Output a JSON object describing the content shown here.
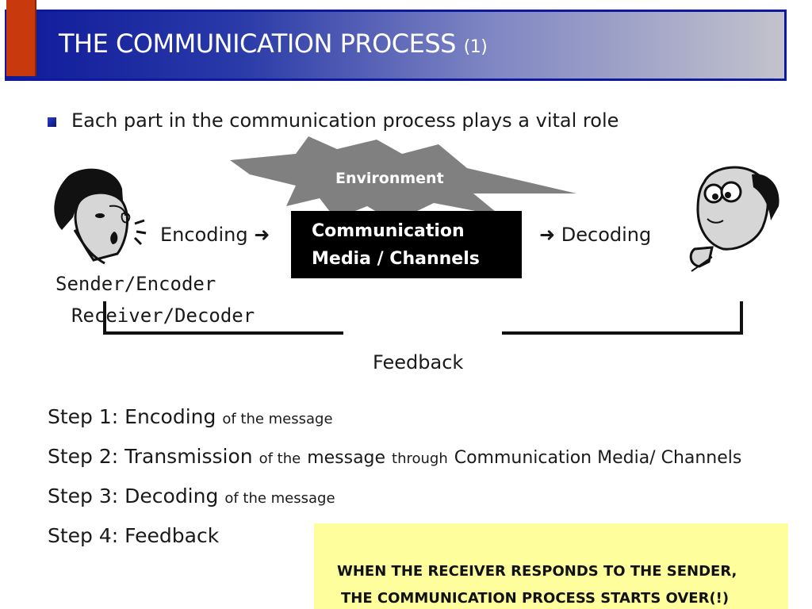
{
  "slide": {
    "title": "THE COMMUNICATION PROCESS",
    "title_number": "(1)",
    "bullet": "Each part in the communication process plays a vital role"
  },
  "diagram": {
    "environment": "Environment",
    "encoding": "Encoding",
    "arrow": "➜",
    "media_line1": "Communication",
    "media_line2": "Media / Channels",
    "decoding": "Decoding",
    "sender": "Sender/Encoder",
    "receiver": "Receiver/Decoder",
    "feedback": "Feedback"
  },
  "steps": [
    {
      "main": "Step 1: Encoding",
      "tail": "of the message"
    },
    {
      "main": "Step 2: Transmission",
      "mid1": "of the",
      "mid2": "message",
      "mid3": "through",
      "tail": "Communication Media/ Channels"
    },
    {
      "main": "Step 3: Decoding",
      "tail": "of the message"
    },
    {
      "main": "Step 4: Feedback"
    }
  ],
  "note": {
    "line1": "WHEN THE RECEIVER RESPONDS TO THE SENDER,",
    "line2": "THE COMMUNICATION PROCESS STARTS OVER(!)"
  },
  "colors": {
    "title_blue": "#0f1a9a",
    "accent_orange": "#c8390e",
    "note_yellow": "#fefe9c",
    "burst_gray": "#808080"
  }
}
